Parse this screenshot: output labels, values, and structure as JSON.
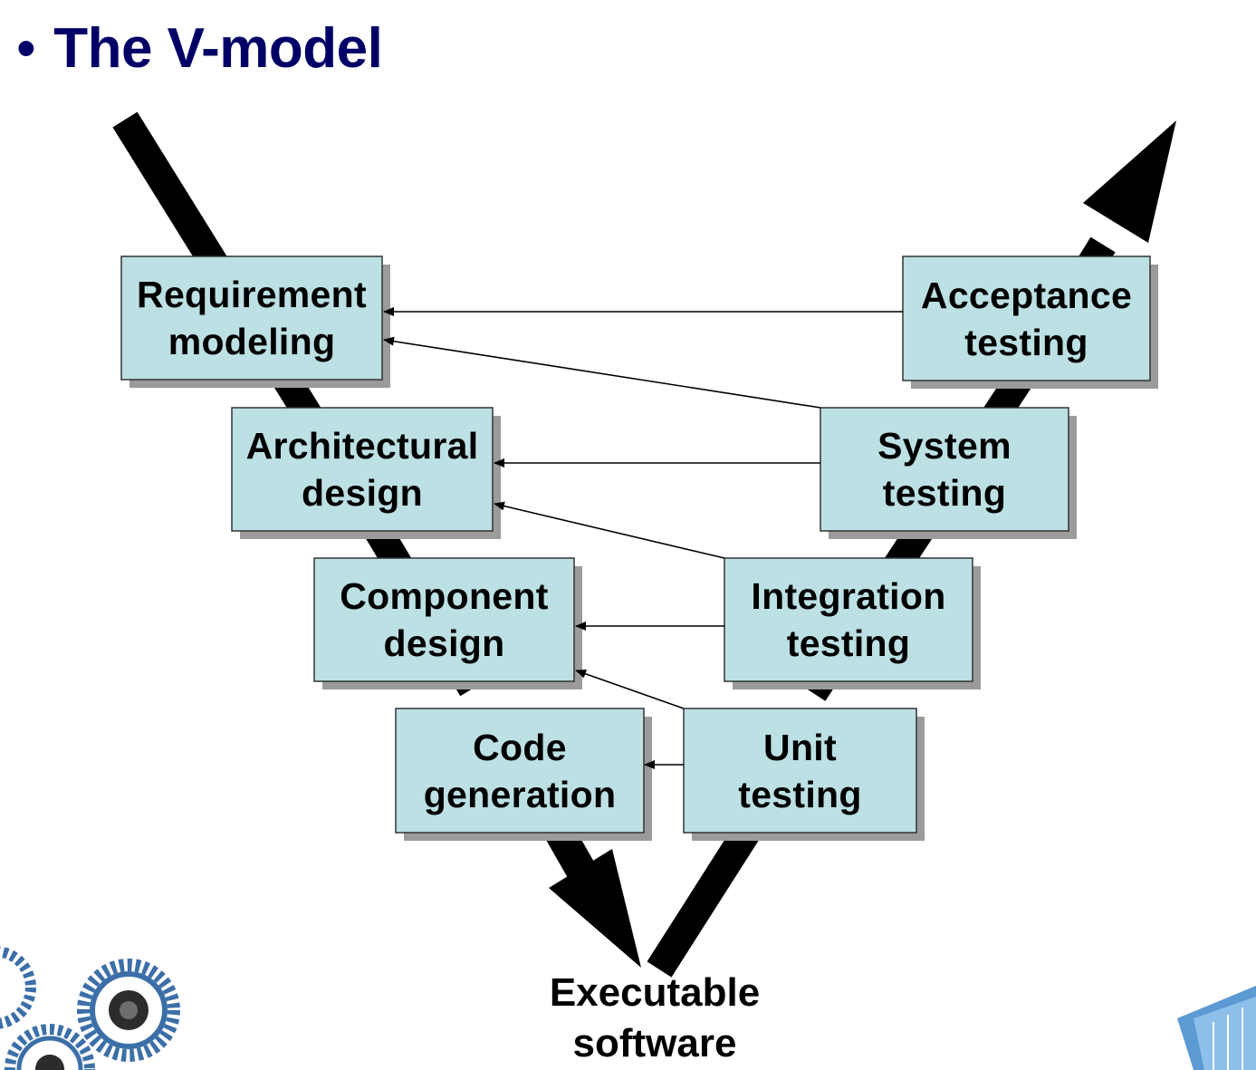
{
  "slide": {
    "bullet": "•",
    "title": "The V-model"
  },
  "colors": {
    "title": "#000066",
    "box_fill": "#bce0e4",
    "box_border": "#333333",
    "box_shadow": "#9b9b9b",
    "v_path": "#000000",
    "gear": "#3c6fa8"
  },
  "diagram": {
    "left_boxes": [
      {
        "line1": "Requirement",
        "line2": "modeling"
      },
      {
        "line1": "Architectural",
        "line2": "design"
      },
      {
        "line1": "Component",
        "line2": "design"
      },
      {
        "line1": "Code",
        "line2": "generation"
      }
    ],
    "right_boxes": [
      {
        "line1": "Acceptance",
        "line2": "testing"
      },
      {
        "line1": "System",
        "line2": "testing"
      },
      {
        "line1": "Integration",
        "line2": "testing"
      },
      {
        "line1": "Unit",
        "line2": "testing"
      }
    ],
    "bottom_label": {
      "line1": "Executable",
      "line2": "software"
    },
    "links": [
      {
        "from": "Acceptance testing",
        "to": "Requirement modeling"
      },
      {
        "from": "System testing",
        "to": "Requirement modeling"
      },
      {
        "from": "System testing",
        "to": "Architectural design"
      },
      {
        "from": "Integration testing",
        "to": "Architectural design"
      },
      {
        "from": "Integration testing",
        "to": "Component design"
      },
      {
        "from": "Unit testing",
        "to": "Component design"
      },
      {
        "from": "Unit testing",
        "to": "Code generation"
      }
    ]
  },
  "decorations": [
    "gears-icon",
    "building-icon"
  ]
}
